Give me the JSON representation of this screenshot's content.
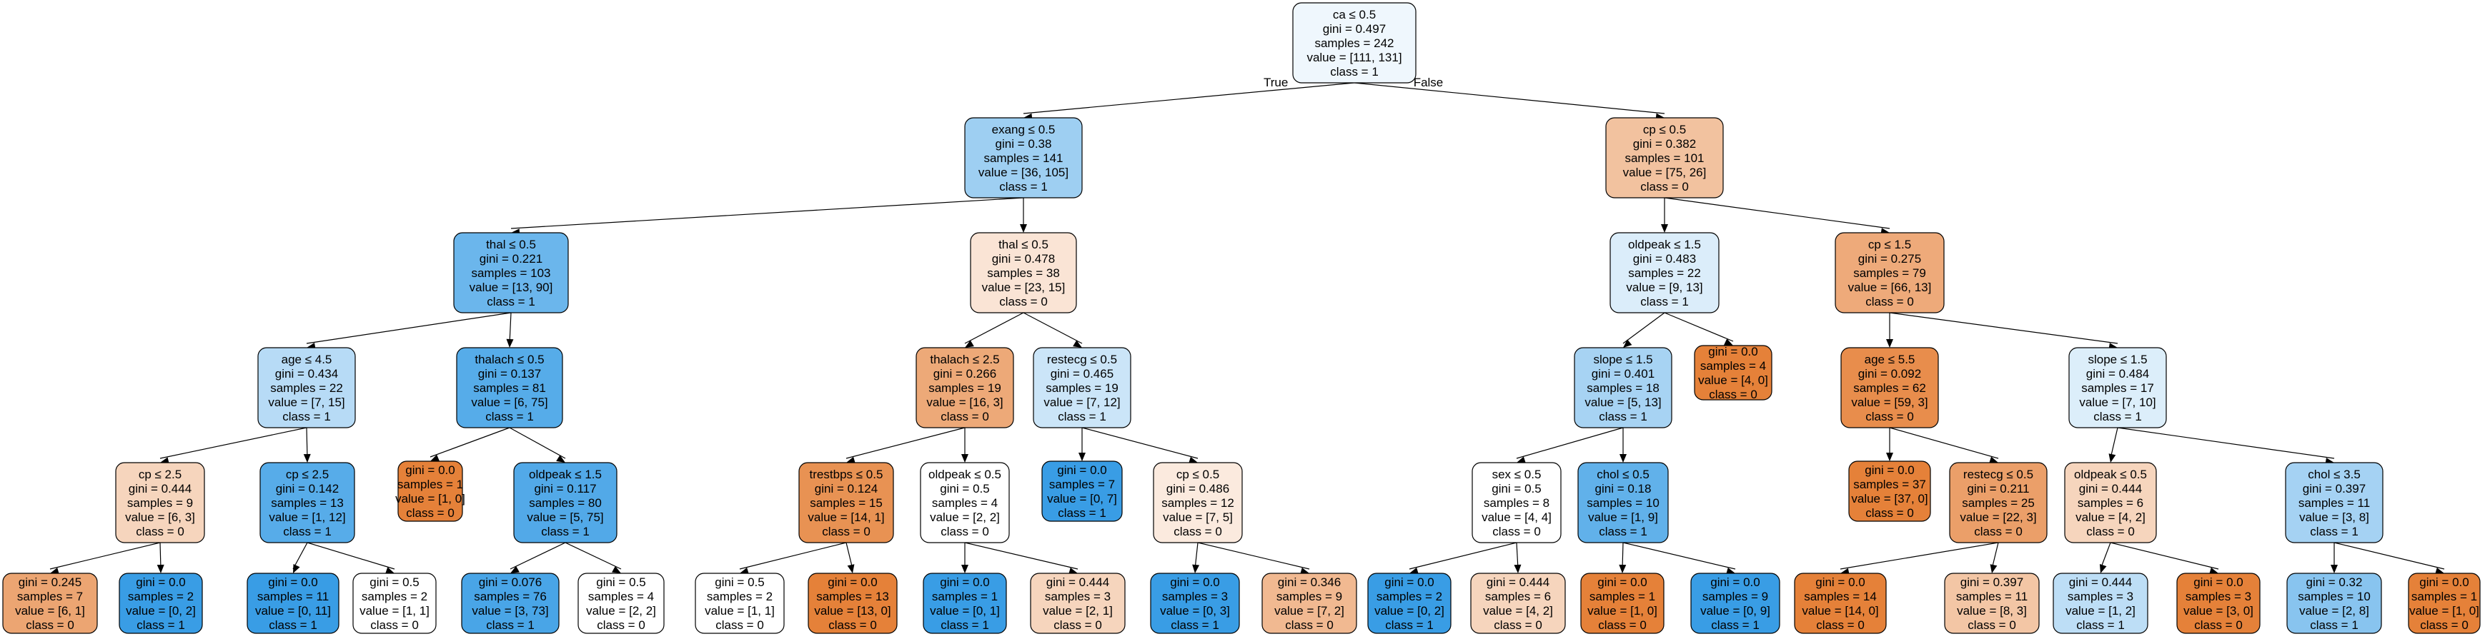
{
  "colors": {
    "class0": "#e58139",
    "class1": "#399de5",
    "neutral": "#ffffff"
  },
  "nodes": [
    {
      "id": "n0",
      "lines": [
        "ca ≤ 0.5",
        "gini = 0.497",
        "samples = 242",
        "value = [111, 131]",
        "class = 1"
      ],
      "value": [
        111,
        131
      ]
    },
    {
      "id": "n1",
      "lines": [
        "exang ≤ 0.5",
        "gini = 0.38",
        "samples = 141",
        "value = [36, 105]",
        "class = 1"
      ],
      "value": [
        36,
        105
      ]
    },
    {
      "id": "n2",
      "lines": [
        "cp ≤ 0.5",
        "gini = 0.382",
        "samples = 101",
        "value = [75, 26]",
        "class = 0"
      ],
      "value": [
        75,
        26
      ]
    },
    {
      "id": "n3",
      "lines": [
        "thal ≤ 0.5",
        "gini = 0.221",
        "samples = 103",
        "value = [13, 90]",
        "class = 1"
      ],
      "value": [
        13,
        90
      ]
    },
    {
      "id": "n4",
      "lines": [
        "thal ≤ 0.5",
        "gini = 0.478",
        "samples = 38",
        "value = [23, 15]",
        "class = 0"
      ],
      "value": [
        23,
        15
      ]
    },
    {
      "id": "n5",
      "lines": [
        "oldpeak ≤ 1.5",
        "gini = 0.483",
        "samples = 22",
        "value = [9, 13]",
        "class = 1"
      ],
      "value": [
        9,
        13
      ]
    },
    {
      "id": "n6",
      "lines": [
        "cp ≤ 1.5",
        "gini = 0.275",
        "samples = 79",
        "value = [66, 13]",
        "class = 0"
      ],
      "value": [
        66,
        13
      ]
    },
    {
      "id": "n7",
      "lines": [
        "age ≤ 4.5",
        "gini = 0.434",
        "samples = 22",
        "value = [7, 15]",
        "class = 1"
      ],
      "value": [
        7,
        15
      ]
    },
    {
      "id": "n8",
      "lines": [
        "thalach ≤ 0.5",
        "gini = 0.137",
        "samples = 81",
        "value = [6, 75]",
        "class = 1"
      ],
      "value": [
        6,
        75
      ]
    },
    {
      "id": "n9",
      "lines": [
        "thalach ≤ 2.5",
        "gini = 0.266",
        "samples = 19",
        "value = [16, 3]",
        "class = 0"
      ],
      "value": [
        16,
        3
      ]
    },
    {
      "id": "n10",
      "lines": [
        "restecg ≤ 0.5",
        "gini = 0.465",
        "samples = 19",
        "value = [7, 12]",
        "class = 1"
      ],
      "value": [
        7,
        12
      ]
    },
    {
      "id": "n11",
      "lines": [
        "slope ≤ 1.5",
        "gini = 0.401",
        "samples = 18",
        "value = [5, 13]",
        "class = 1"
      ],
      "value": [
        5,
        13
      ]
    },
    {
      "id": "n12",
      "lines": [
        "gini = 0.0",
        "samples = 4",
        "value = [4, 0]",
        "class = 0"
      ],
      "value": [
        4,
        0
      ]
    },
    {
      "id": "n13",
      "lines": [
        "age ≤ 5.5",
        "gini = 0.092",
        "samples = 62",
        "value = [59, 3]",
        "class = 0"
      ],
      "value": [
        59,
        3
      ]
    },
    {
      "id": "n14",
      "lines": [
        "slope ≤ 1.5",
        "gini = 0.484",
        "samples = 17",
        "value = [7, 10]",
        "class = 1"
      ],
      "value": [
        7,
        10
      ]
    },
    {
      "id": "n15",
      "lines": [
        "cp ≤ 2.5",
        "gini = 0.444",
        "samples = 9",
        "value = [6, 3]",
        "class = 0"
      ],
      "value": [
        6,
        3
      ]
    },
    {
      "id": "n16",
      "lines": [
        "cp ≤ 2.5",
        "gini = 0.142",
        "samples = 13",
        "value = [1, 12]",
        "class = 1"
      ],
      "value": [
        1,
        12
      ]
    },
    {
      "id": "n17",
      "lines": [
        "gini = 0.0",
        "samples = 1",
        "value = [1, 0]",
        "class = 0"
      ],
      "value": [
        1,
        0
      ]
    },
    {
      "id": "n18",
      "lines": [
        "oldpeak ≤ 1.5",
        "gini = 0.117",
        "samples = 80",
        "value = [5, 75]",
        "class = 1"
      ],
      "value": [
        5,
        75
      ]
    },
    {
      "id": "n19",
      "lines": [
        "trestbps ≤ 0.5",
        "gini = 0.124",
        "samples = 15",
        "value = [14, 1]",
        "class = 0"
      ],
      "value": [
        14,
        1
      ]
    },
    {
      "id": "n20",
      "lines": [
        "oldpeak ≤ 0.5",
        "gini = 0.5",
        "samples = 4",
        "value = [2, 2]",
        "class = 0"
      ],
      "value": [
        2,
        2
      ]
    },
    {
      "id": "n21",
      "lines": [
        "gini = 0.0",
        "samples = 7",
        "value = [0, 7]",
        "class = 1"
      ],
      "value": [
        0,
        7
      ]
    },
    {
      "id": "n22",
      "lines": [
        "cp ≤ 0.5",
        "gini = 0.486",
        "samples = 12",
        "value = [7, 5]",
        "class = 0"
      ],
      "value": [
        7,
        5
      ]
    },
    {
      "id": "n23",
      "lines": [
        "sex ≤ 0.5",
        "gini = 0.5",
        "samples = 8",
        "value = [4, 4]",
        "class = 0"
      ],
      "value": [
        4,
        4
      ]
    },
    {
      "id": "n24",
      "lines": [
        "chol ≤ 0.5",
        "gini = 0.18",
        "samples = 10",
        "value = [1, 9]",
        "class = 1"
      ],
      "value": [
        1,
        9
      ]
    },
    {
      "id": "n25",
      "lines": [
        "gini = 0.0",
        "samples = 37",
        "value = [37, 0]",
        "class = 0"
      ],
      "value": [
        37,
        0
      ]
    },
    {
      "id": "n26",
      "lines": [
        "restecg ≤ 0.5",
        "gini = 0.211",
        "samples = 25",
        "value = [22, 3]",
        "class = 0"
      ],
      "value": [
        22,
        3
      ]
    },
    {
      "id": "n27",
      "lines": [
        "oldpeak ≤ 0.5",
        "gini = 0.444",
        "samples = 6",
        "value = [4, 2]",
        "class = 0"
      ],
      "value": [
        4,
        2
      ]
    },
    {
      "id": "n28",
      "lines": [
        "chol ≤ 3.5",
        "gini = 0.397",
        "samples = 11",
        "value = [3, 8]",
        "class = 1"
      ],
      "value": [
        3,
        8
      ]
    },
    {
      "id": "n29",
      "lines": [
        "gini = 0.245",
        "samples = 7",
        "value = [6, 1]",
        "class = 0"
      ],
      "value": [
        6,
        1
      ]
    },
    {
      "id": "n30",
      "lines": [
        "gini = 0.0",
        "samples = 2",
        "value = [0, 2]",
        "class = 1"
      ],
      "value": [
        0,
        2
      ]
    },
    {
      "id": "n31",
      "lines": [
        "gini = 0.0",
        "samples = 11",
        "value = [0, 11]",
        "class = 1"
      ],
      "value": [
        0,
        11
      ]
    },
    {
      "id": "n32",
      "lines": [
        "gini = 0.5",
        "samples = 2",
        "value = [1, 1]",
        "class = 0"
      ],
      "value": [
        1,
        1
      ]
    },
    {
      "id": "n33",
      "lines": [
        "gini = 0.076",
        "samples = 76",
        "value = [3, 73]",
        "class = 1"
      ],
      "value": [
        3,
        73
      ]
    },
    {
      "id": "n34",
      "lines": [
        "gini = 0.5",
        "samples = 4",
        "value = [2, 2]",
        "class = 0"
      ],
      "value": [
        2,
        2
      ]
    },
    {
      "id": "n35",
      "lines": [
        "gini = 0.5",
        "samples = 2",
        "value = [1, 1]",
        "class = 0"
      ],
      "value": [
        1,
        1
      ]
    },
    {
      "id": "n36",
      "lines": [
        "gini = 0.0",
        "samples = 13",
        "value = [13, 0]",
        "class = 0"
      ],
      "value": [
        13,
        0
      ]
    },
    {
      "id": "n37",
      "lines": [
        "gini = 0.0",
        "samples = 1",
        "value = [0, 1]",
        "class = 1"
      ],
      "value": [
        0,
        1
      ]
    },
    {
      "id": "n38",
      "lines": [
        "gini = 0.444",
        "samples = 3",
        "value = [2, 1]",
        "class = 0"
      ],
      "value": [
        2,
        1
      ]
    },
    {
      "id": "n39",
      "lines": [
        "gini = 0.0",
        "samples = 3",
        "value = [0, 3]",
        "class = 1"
      ],
      "value": [
        0,
        3
      ]
    },
    {
      "id": "n40",
      "lines": [
        "gini = 0.346",
        "samples = 9",
        "value = [7, 2]",
        "class = 0"
      ],
      "value": [
        7,
        2
      ]
    },
    {
      "id": "n41",
      "lines": [
        "gini = 0.0",
        "samples = 2",
        "value = [0, 2]",
        "class = 1"
      ],
      "value": [
        0,
        2
      ]
    },
    {
      "id": "n42",
      "lines": [
        "gini = 0.444",
        "samples = 6",
        "value = [4, 2]",
        "class = 0"
      ],
      "value": [
        4,
        2
      ]
    },
    {
      "id": "n43",
      "lines": [
        "gini = 0.0",
        "samples = 1",
        "value = [1, 0]",
        "class = 0"
      ],
      "value": [
        1,
        0
      ]
    },
    {
      "id": "n44",
      "lines": [
        "gini = 0.0",
        "samples = 9",
        "value = [0, 9]",
        "class = 1"
      ],
      "value": [
        0,
        9
      ]
    },
    {
      "id": "n45",
      "lines": [
        "gini = 0.0",
        "samples = 14",
        "value = [14, 0]",
        "class = 0"
      ],
      "value": [
        14,
        0
      ]
    },
    {
      "id": "n46",
      "lines": [
        "gini = 0.397",
        "samples = 11",
        "value = [8, 3]",
        "class = 0"
      ],
      "value": [
        8,
        3
      ]
    },
    {
      "id": "n47",
      "lines": [
        "gini = 0.444",
        "samples = 3",
        "value = [1, 2]",
        "class = 1"
      ],
      "value": [
        1,
        2
      ]
    },
    {
      "id": "n48",
      "lines": [
        "gini = 0.0",
        "samples = 3",
        "value = [3, 0]",
        "class = 0"
      ],
      "value": [
        3,
        0
      ]
    },
    {
      "id": "n49",
      "lines": [
        "gini = 0.32",
        "samples = 10",
        "value = [2, 8]",
        "class = 1"
      ],
      "value": [
        2,
        8
      ]
    },
    {
      "id": "n50",
      "lines": [
        "gini = 0.0",
        "samples = 1",
        "value = [1, 0]",
        "class = 0"
      ],
      "value": [
        1,
        0
      ]
    }
  ],
  "edges": [
    {
      "from": "n0",
      "to": "n1",
      "label": "True"
    },
    {
      "from": "n0",
      "to": "n2",
      "label": "False"
    },
    {
      "from": "n1",
      "to": "n3",
      "label": ""
    },
    {
      "from": "n1",
      "to": "n4",
      "label": ""
    },
    {
      "from": "n2",
      "to": "n5",
      "label": ""
    },
    {
      "from": "n2",
      "to": "n6",
      "label": ""
    },
    {
      "from": "n3",
      "to": "n7",
      "label": ""
    },
    {
      "from": "n3",
      "to": "n8",
      "label": ""
    },
    {
      "from": "n4",
      "to": "n9",
      "label": ""
    },
    {
      "from": "n4",
      "to": "n10",
      "label": ""
    },
    {
      "from": "n5",
      "to": "n11",
      "label": ""
    },
    {
      "from": "n5",
      "to": "n12",
      "label": ""
    },
    {
      "from": "n6",
      "to": "n13",
      "label": ""
    },
    {
      "from": "n6",
      "to": "n14",
      "label": ""
    },
    {
      "from": "n7",
      "to": "n15",
      "label": ""
    },
    {
      "from": "n7",
      "to": "n16",
      "label": ""
    },
    {
      "from": "n8",
      "to": "n17",
      "label": ""
    },
    {
      "from": "n8",
      "to": "n18",
      "label": ""
    },
    {
      "from": "n9",
      "to": "n19",
      "label": ""
    },
    {
      "from": "n9",
      "to": "n20",
      "label": ""
    },
    {
      "from": "n10",
      "to": "n21",
      "label": ""
    },
    {
      "from": "n10",
      "to": "n22",
      "label": ""
    },
    {
      "from": "n11",
      "to": "n23",
      "label": ""
    },
    {
      "from": "n11",
      "to": "n24",
      "label": ""
    },
    {
      "from": "n13",
      "to": "n25",
      "label": ""
    },
    {
      "from": "n13",
      "to": "n26",
      "label": ""
    },
    {
      "from": "n14",
      "to": "n27",
      "label": ""
    },
    {
      "from": "n14",
      "to": "n28",
      "label": ""
    },
    {
      "from": "n15",
      "to": "n29",
      "label": ""
    },
    {
      "from": "n15",
      "to": "n30",
      "label": ""
    },
    {
      "from": "n16",
      "to": "n31",
      "label": ""
    },
    {
      "from": "n16",
      "to": "n32",
      "label": ""
    },
    {
      "from": "n18",
      "to": "n33",
      "label": ""
    },
    {
      "from": "n18",
      "to": "n34",
      "label": ""
    },
    {
      "from": "n19",
      "to": "n35",
      "label": ""
    },
    {
      "from": "n19",
      "to": "n36",
      "label": ""
    },
    {
      "from": "n20",
      "to": "n37",
      "label": ""
    },
    {
      "from": "n20",
      "to": "n38",
      "label": ""
    },
    {
      "from": "n22",
      "to": "n39",
      "label": ""
    },
    {
      "from": "n22",
      "to": "n40",
      "label": ""
    },
    {
      "from": "n23",
      "to": "n41",
      "label": ""
    },
    {
      "from": "n23",
      "to": "n42",
      "label": ""
    },
    {
      "from": "n24",
      "to": "n43",
      "label": ""
    },
    {
      "from": "n24",
      "to": "n44",
      "label": ""
    },
    {
      "from": "n26",
      "to": "n45",
      "label": ""
    },
    {
      "from": "n26",
      "to": "n46",
      "label": ""
    },
    {
      "from": "n27",
      "to": "n47",
      "label": ""
    },
    {
      "from": "n27",
      "to": "n48",
      "label": ""
    },
    {
      "from": "n28",
      "to": "n49",
      "label": ""
    },
    {
      "from": "n28",
      "to": "n50",
      "label": ""
    }
  ]
}
